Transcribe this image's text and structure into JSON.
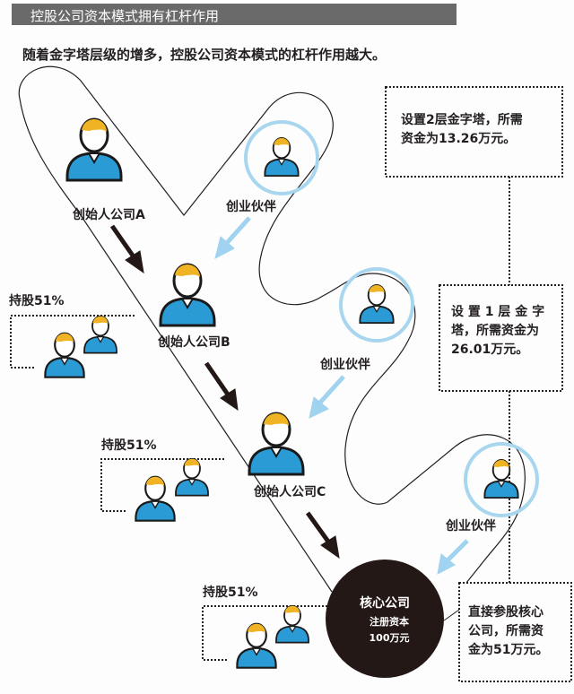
{
  "header": {
    "title": "控股公司资本模式拥有杠杆作用"
  },
  "subtitle": "随着金字塔层级的增多，控股公司资本模式的杠杆作用越大。",
  "colors": {
    "header_bg": "#6a6a6a",
    "shirt_blue": "#2b9bd6",
    "hair_yellow": "#f0b323",
    "partner_ring": "#a7d6ee",
    "partner_arrow": "#9fd3ef",
    "core_circle": "#231815"
  },
  "founders": [
    {
      "label": "创始人公司A",
      "icon": "person-icon"
    },
    {
      "label": "创始人公司B",
      "icon": "person-icon"
    },
    {
      "label": "创始人公司C",
      "icon": "person-icon"
    }
  ],
  "partners": [
    {
      "label": "创业伙伴",
      "icon": "person-in-circle-icon"
    },
    {
      "label": "创业伙伴",
      "icon": "person-in-circle-icon"
    },
    {
      "label": "创业伙伴",
      "icon": "person-in-circle-icon"
    }
  ],
  "shareholdings": [
    {
      "label": "持股51%",
      "icon": "two-people-icon"
    },
    {
      "label": "持股51%",
      "icon": "two-people-icon"
    },
    {
      "label": "持股51%",
      "icon": "two-people-icon"
    }
  ],
  "core": {
    "title": "核心公司",
    "capital_label": "注册资本",
    "capital_value": "100万元"
  },
  "notes": [
    {
      "lines": [
        "设置2层金字塔，所需",
        "资金为13.26万元。"
      ]
    },
    {
      "lines": [
        "设 置 1 层 金 字",
        "塔，所需资金为",
        "26.01万元。"
      ]
    },
    {
      "lines": [
        "直接参股核心",
        "公司，所需资",
        "金为51万元。"
      ]
    }
  ]
}
